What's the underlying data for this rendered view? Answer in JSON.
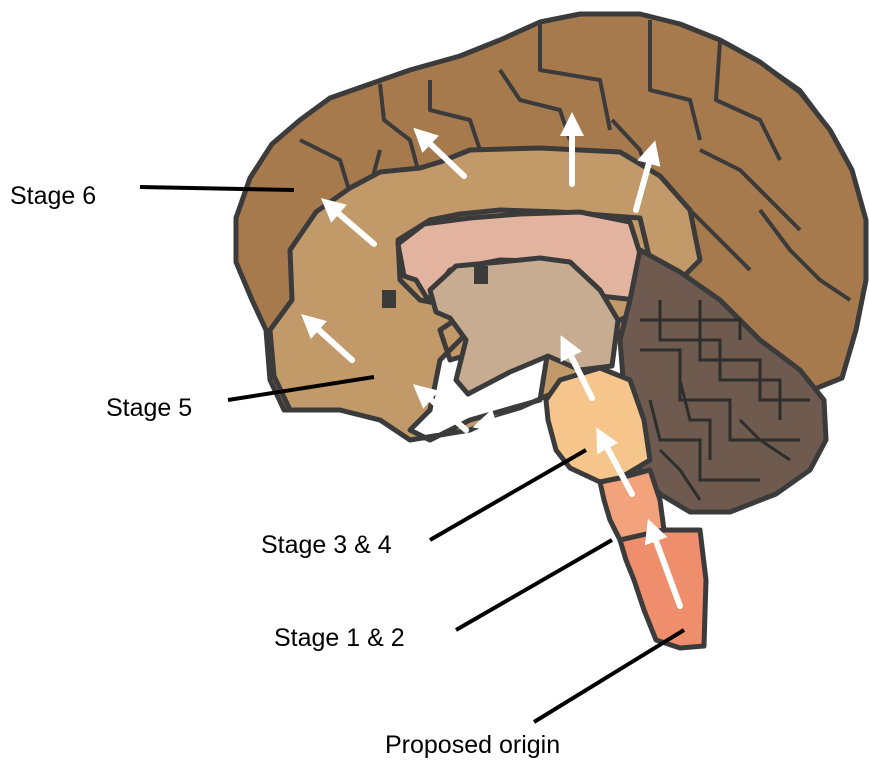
{
  "labels": {
    "stage6": "Stage 6",
    "stage5": "Stage 5",
    "stage34": "Stage 3 & 4",
    "stage12": "Stage 1 & 2",
    "origin": "Proposed origin"
  },
  "colors": {
    "outline": "#3b3b3b",
    "cortex": "#a67a4d",
    "mid_ring": "#c29a6a",
    "limbic": "#e2b4a0",
    "thalamus": "#c8ac91",
    "cerebellum": "#6e5a4e",
    "pons": "#f6c58b",
    "midbrain_lower": "#f2a37c",
    "medulla": "#ef8e6d",
    "arrow": "#ffffff",
    "leader": "#000000"
  }
}
